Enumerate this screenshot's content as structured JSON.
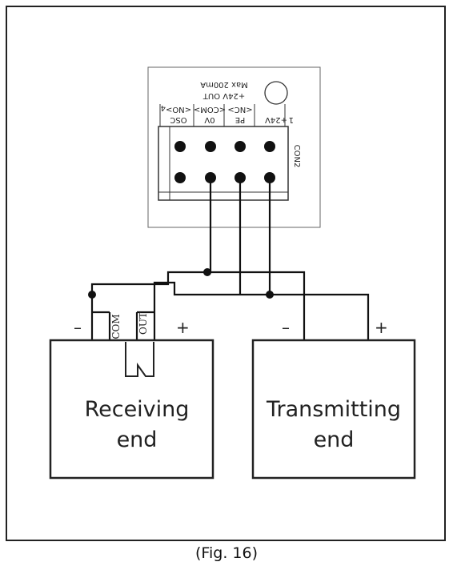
{
  "figure": {
    "caption": "(Fig. 16)"
  },
  "module": {
    "connector_name": "CON2",
    "pin_one_marker": "1",
    "pin_four_marker": "4",
    "output_note_line1": "+24V OUT",
    "output_note_line2": "Max 200mA",
    "terminals": [
      {
        "top": "+24V",
        "bottom": ""
      },
      {
        "top": "PE",
        "bottom": "<NC>"
      },
      {
        "top": "0V",
        "bottom": "<COM>"
      },
      {
        "top": "OSC",
        "bottom": "<NO>"
      }
    ]
  },
  "receiving_end": {
    "line1": "Receiving",
    "line2": "end",
    "minus": "–",
    "plus": "+",
    "com": "COM",
    "out": "OUT"
  },
  "transmitting_end": {
    "line1": "Transmitting",
    "line2": "end",
    "minus": "–",
    "plus": "+"
  }
}
